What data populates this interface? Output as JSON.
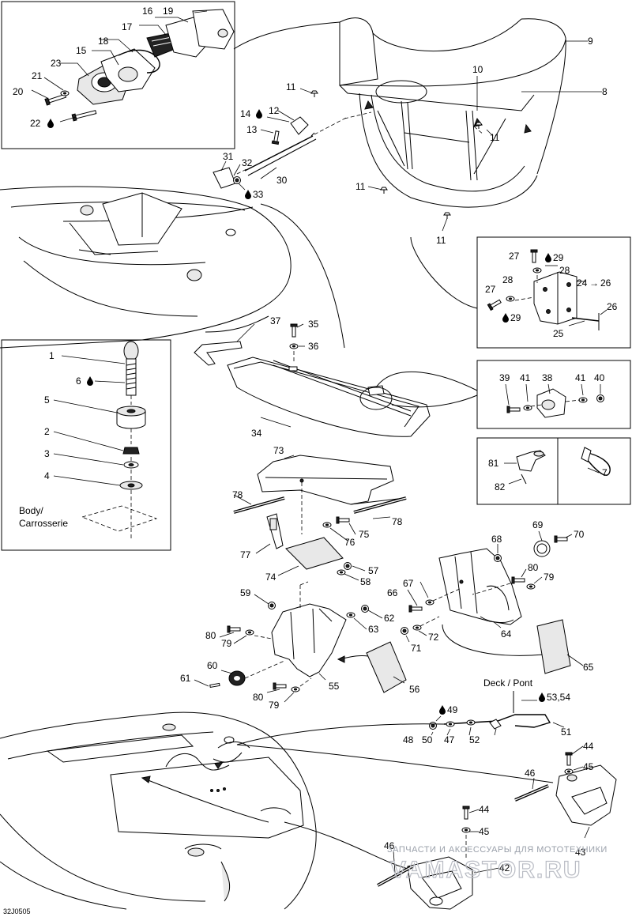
{
  "figure_code": "32J0505",
  "labels": {
    "body": "Body/",
    "carrosserie": "Carrosserie",
    "deck_pont": "Deck / Pont"
  },
  "watermark": {
    "line1": "ЗАПЧАСТИ И АКСЕССУАРЫ ДЛЯ МОТОТЕХНИКИ",
    "line2": "VAMASTOR.RU"
  },
  "parts": {
    "p1": "1",
    "p2": "2",
    "p3": "3",
    "p4": "4",
    "p5": "5",
    "p6": "6",
    "p7": "7",
    "p8": "8",
    "p9": "9",
    "p10": "10",
    "p11a": "11",
    "p11b": "11",
    "p11c": "11",
    "p11d": "11",
    "p12": "12",
    "p13": "13",
    "p14": "14",
    "p15": "15",
    "p16": "16",
    "p17": "17",
    "p18": "18",
    "p19": "19",
    "p20": "20",
    "p21": "21",
    "p22": "22",
    "p23": "23",
    "p24": "24",
    "p24to": "26",
    "p25": "25",
    "p26": "26",
    "p27a": "27",
    "p27b": "27",
    "p28a": "28",
    "p28b": "28",
    "p29a": "29",
    "p29b": "29",
    "p30": "30",
    "p31": "31",
    "p32": "32",
    "p33": "33",
    "p34": "34",
    "p35": "35",
    "p36": "36",
    "p37": "37",
    "p38": "38",
    "p39": "39",
    "p40": "40",
    "p41a": "41",
    "p41b": "41",
    "p42": "42",
    "p43": "43",
    "p44a": "44",
    "p44b": "44",
    "p45a": "45",
    "p45b": "45",
    "p46a": "46",
    "p46b": "46",
    "p47": "47",
    "p48": "48",
    "p49": "49",
    "p50": "50",
    "p51": "51",
    "p52": "52",
    "p5354": "53,54",
    "p55": "55",
    "p56": "56",
    "p57": "57",
    "p58": "58",
    "p59": "59",
    "p60": "60",
    "p61": "61",
    "p62": "62",
    "p63": "63",
    "p64": "64",
    "p65": "65",
    "p66": "66",
    "p67": "67",
    "p68": "68",
    "p69": "69",
    "p70": "70",
    "p71": "71",
    "p72": "72",
    "p73": "73",
    "p74": "74",
    "p75": "75",
    "p76": "76",
    "p77": "77",
    "p78a": "78",
    "p78b": "78",
    "p79a": "79",
    "p79b": "79",
    "p79c": "79",
    "p80a": "80",
    "p80b": "80",
    "p80c": "80",
    "p81": "81",
    "p82": "82"
  },
  "colors": {
    "line": "#000000",
    "watermark": "#9aa0aa"
  }
}
